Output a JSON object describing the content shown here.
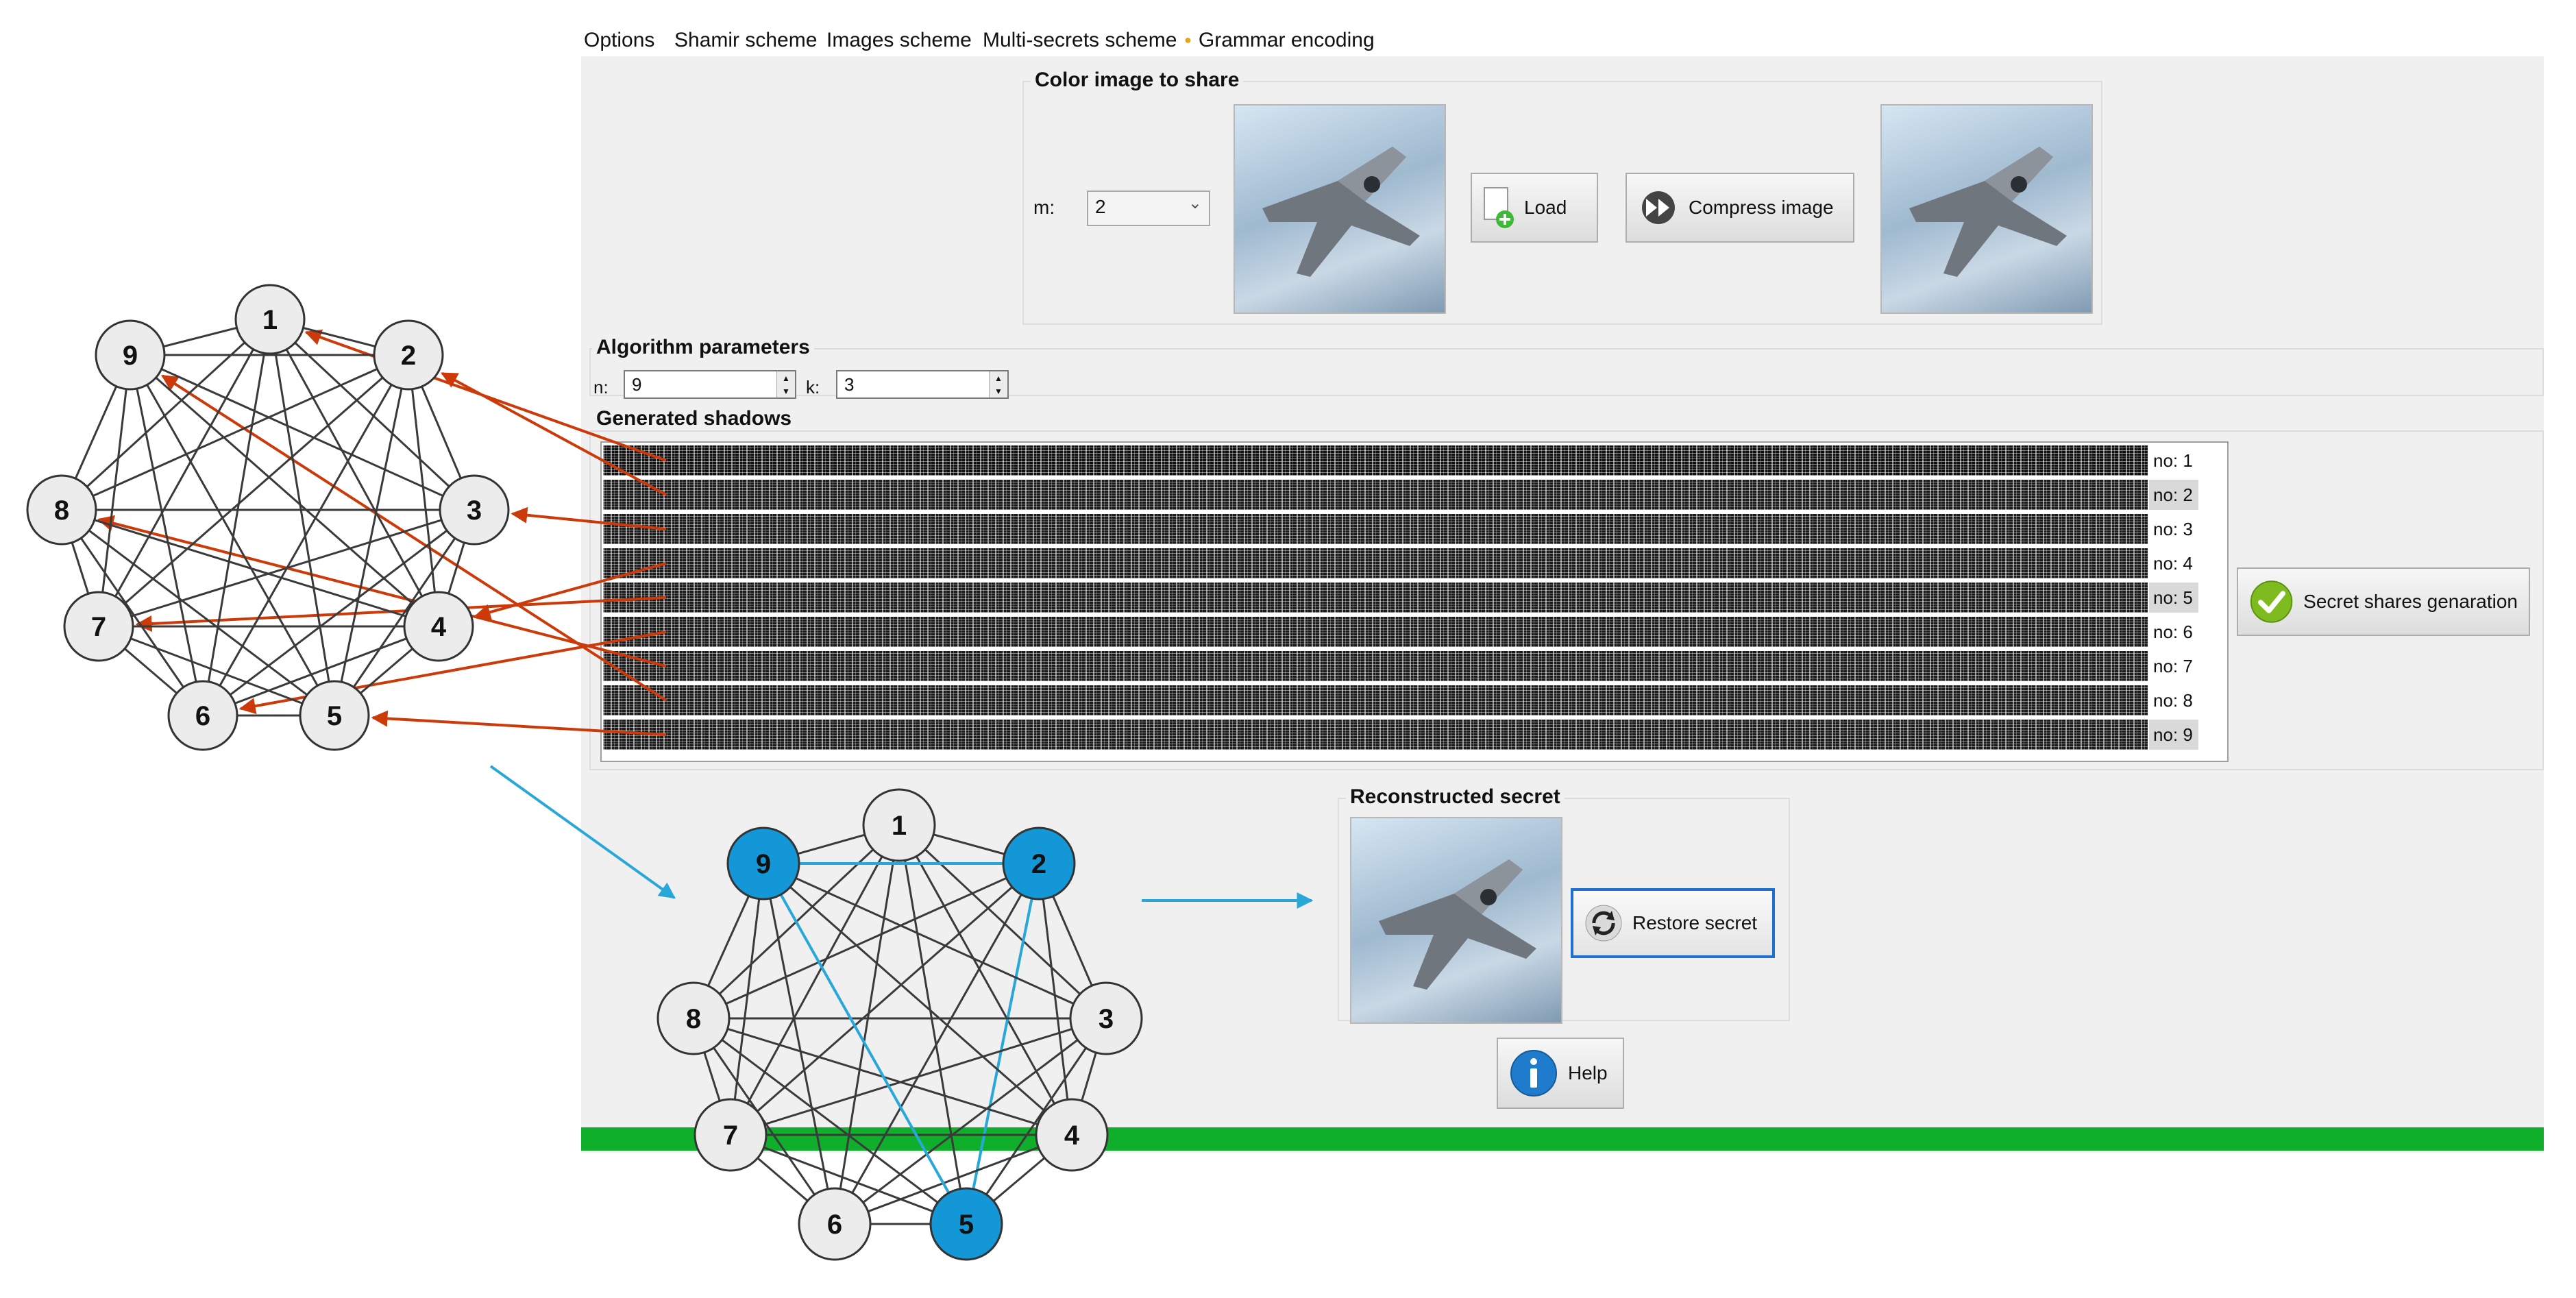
{
  "menu": {
    "items": [
      "Options",
      "Shamir scheme",
      "Images scheme",
      "Multi-secrets scheme",
      "Grammar encoding"
    ]
  },
  "color_image_panel": {
    "title": "Color image to share",
    "m_label": "m:",
    "m_value": "2",
    "load_label": "Load",
    "compress_label": "Compress image"
  },
  "algorithm": {
    "title": "Algorithm parameters",
    "n_label": "n:",
    "n_value": "9",
    "k_label": "k:",
    "k_value": "3"
  },
  "shadows": {
    "title": "Generated shadows",
    "labels": [
      "no: 1",
      "no: 2",
      "no: 3",
      "no: 4",
      "no: 5",
      "no: 6",
      "no: 7",
      "no: 8",
      "no: 9"
    ],
    "highlighted": [
      false,
      true,
      false,
      false,
      true,
      false,
      false,
      false,
      true
    ],
    "generate_label": "Secret shares genaration"
  },
  "reconstruct": {
    "title": "Reconstructed secret",
    "restore_label": "Restore secret",
    "help_label": "Help"
  },
  "graph": {
    "nodes": [
      "1",
      "2",
      "3",
      "4",
      "5",
      "6",
      "7",
      "8",
      "9"
    ],
    "selected_nodes": [
      "9",
      "2",
      "5"
    ]
  },
  "colors": {
    "progress": "#0fae2b",
    "arrow_red": "#cc3a0a",
    "arrow_blue": "#2aa7d9",
    "selected_node": "#1397d6",
    "focus_border": "#1f6fd0"
  },
  "progress": {
    "fraction": 1.0
  }
}
